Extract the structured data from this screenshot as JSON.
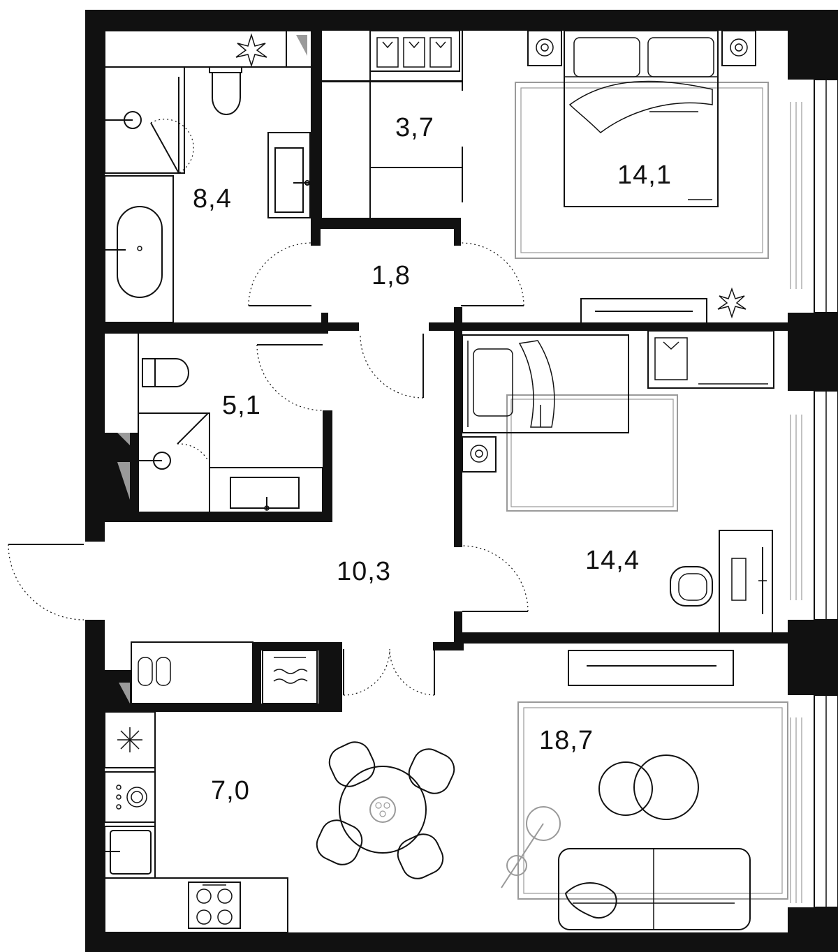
{
  "rooms": {
    "bathroom_main": "8,4",
    "wardrobe": "3,7",
    "bedroom_master": "14,1",
    "vestibule": "1,8",
    "bathroom_guest": "5,1",
    "hallway": "10,3",
    "bedroom_second": "14,4",
    "kitchen": "7,0",
    "living_room": "18,7"
  },
  "colors": {
    "wall": "#111111",
    "furniture_outline": "#111111",
    "rug_outline": "#9a9a9a",
    "background": "#ffffff"
  },
  "icons": {
    "plants": [
      "plant-icon-bathroom",
      "plant-icon-bedroom"
    ],
    "appliances": [
      "fridge-snowflake-icon",
      "stove-icon",
      "washing-machine-icon"
    ]
  }
}
